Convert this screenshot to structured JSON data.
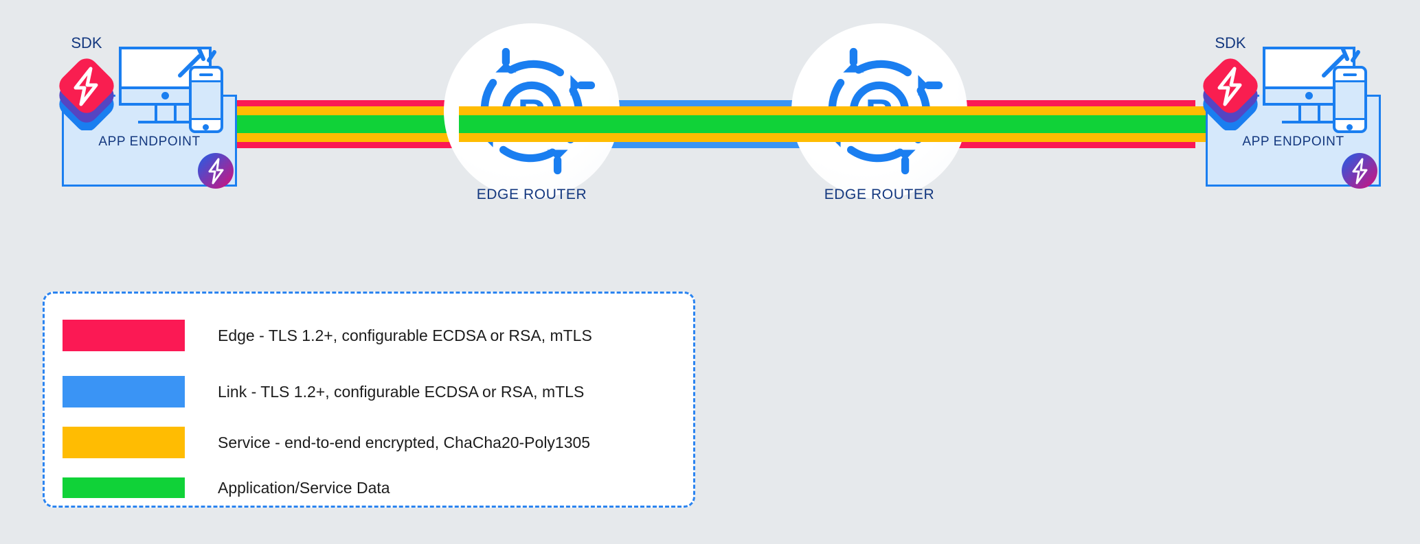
{
  "page": {
    "background": "#e6e9ec",
    "title": "OpenZiti end-to-end encryption path"
  },
  "colors": {
    "edge_red": "#fb1954",
    "link_blue": "#3a94f5",
    "service_yellow": "#ffbc02",
    "data_green": "#10d238",
    "brand_blue": "#1a7ef0",
    "label_navy": "#14387f",
    "panel_fill": "#d5e8fb",
    "sdk_top": "#f91e50",
    "sdk_mid": "#5545c2",
    "sdk_bottom": "#1a7ef0",
    "bolt_gradient_from": "#1f5fe8",
    "bolt_gradient_to": "#d4117a"
  },
  "endpoints": [
    {
      "id": "left",
      "sdk_label": "SDK",
      "box_label": "APP ENDPOINT",
      "icons": [
        "sdk-badge-icon",
        "monitor-icon",
        "phone-icon",
        "ziti-bolt-icon"
      ]
    },
    {
      "id": "right",
      "sdk_label": "SDK",
      "box_label": "APP ENDPOINT",
      "icons": [
        "sdk-badge-icon",
        "monitor-icon",
        "phone-icon",
        "ziti-bolt-icon"
      ]
    }
  ],
  "routers": [
    {
      "id": "router-left",
      "label": "EDGE ROUTER",
      "icon": "router-icon"
    },
    {
      "id": "router-right",
      "label": "EDGE ROUTER",
      "icon": "router-icon"
    }
  ],
  "segments": [
    {
      "id": "left-edge-segment",
      "name": "endpoint-to-router",
      "bands": [
        "edge_red",
        "service_yellow",
        "data_green",
        "service_yellow",
        "edge_red"
      ]
    },
    {
      "id": "router-to-router-link",
      "name": "router-to-router",
      "bands": [
        "link_blue",
        "service_yellow",
        "data_green",
        "service_yellow",
        "link_blue"
      ]
    },
    {
      "id": "right-edge-segment",
      "name": "router-to-endpoint",
      "bands": [
        "edge_red",
        "service_yellow",
        "data_green",
        "service_yellow",
        "edge_red"
      ]
    }
  ],
  "legend": {
    "items": [
      {
        "color": "#fb1954",
        "label": "Edge - TLS 1.2+, configurable ECDSA or RSA, mTLS"
      },
      {
        "color": "#3a94f5",
        "label": "Link - TLS 1.2+, configurable ECDSA or RSA, mTLS"
      },
      {
        "color": "#ffbc02",
        "label": "Service - end-to-end encrypted, ChaCha20-Poly1305"
      },
      {
        "color": "#10d238",
        "label": "Application/Service Data"
      }
    ]
  }
}
